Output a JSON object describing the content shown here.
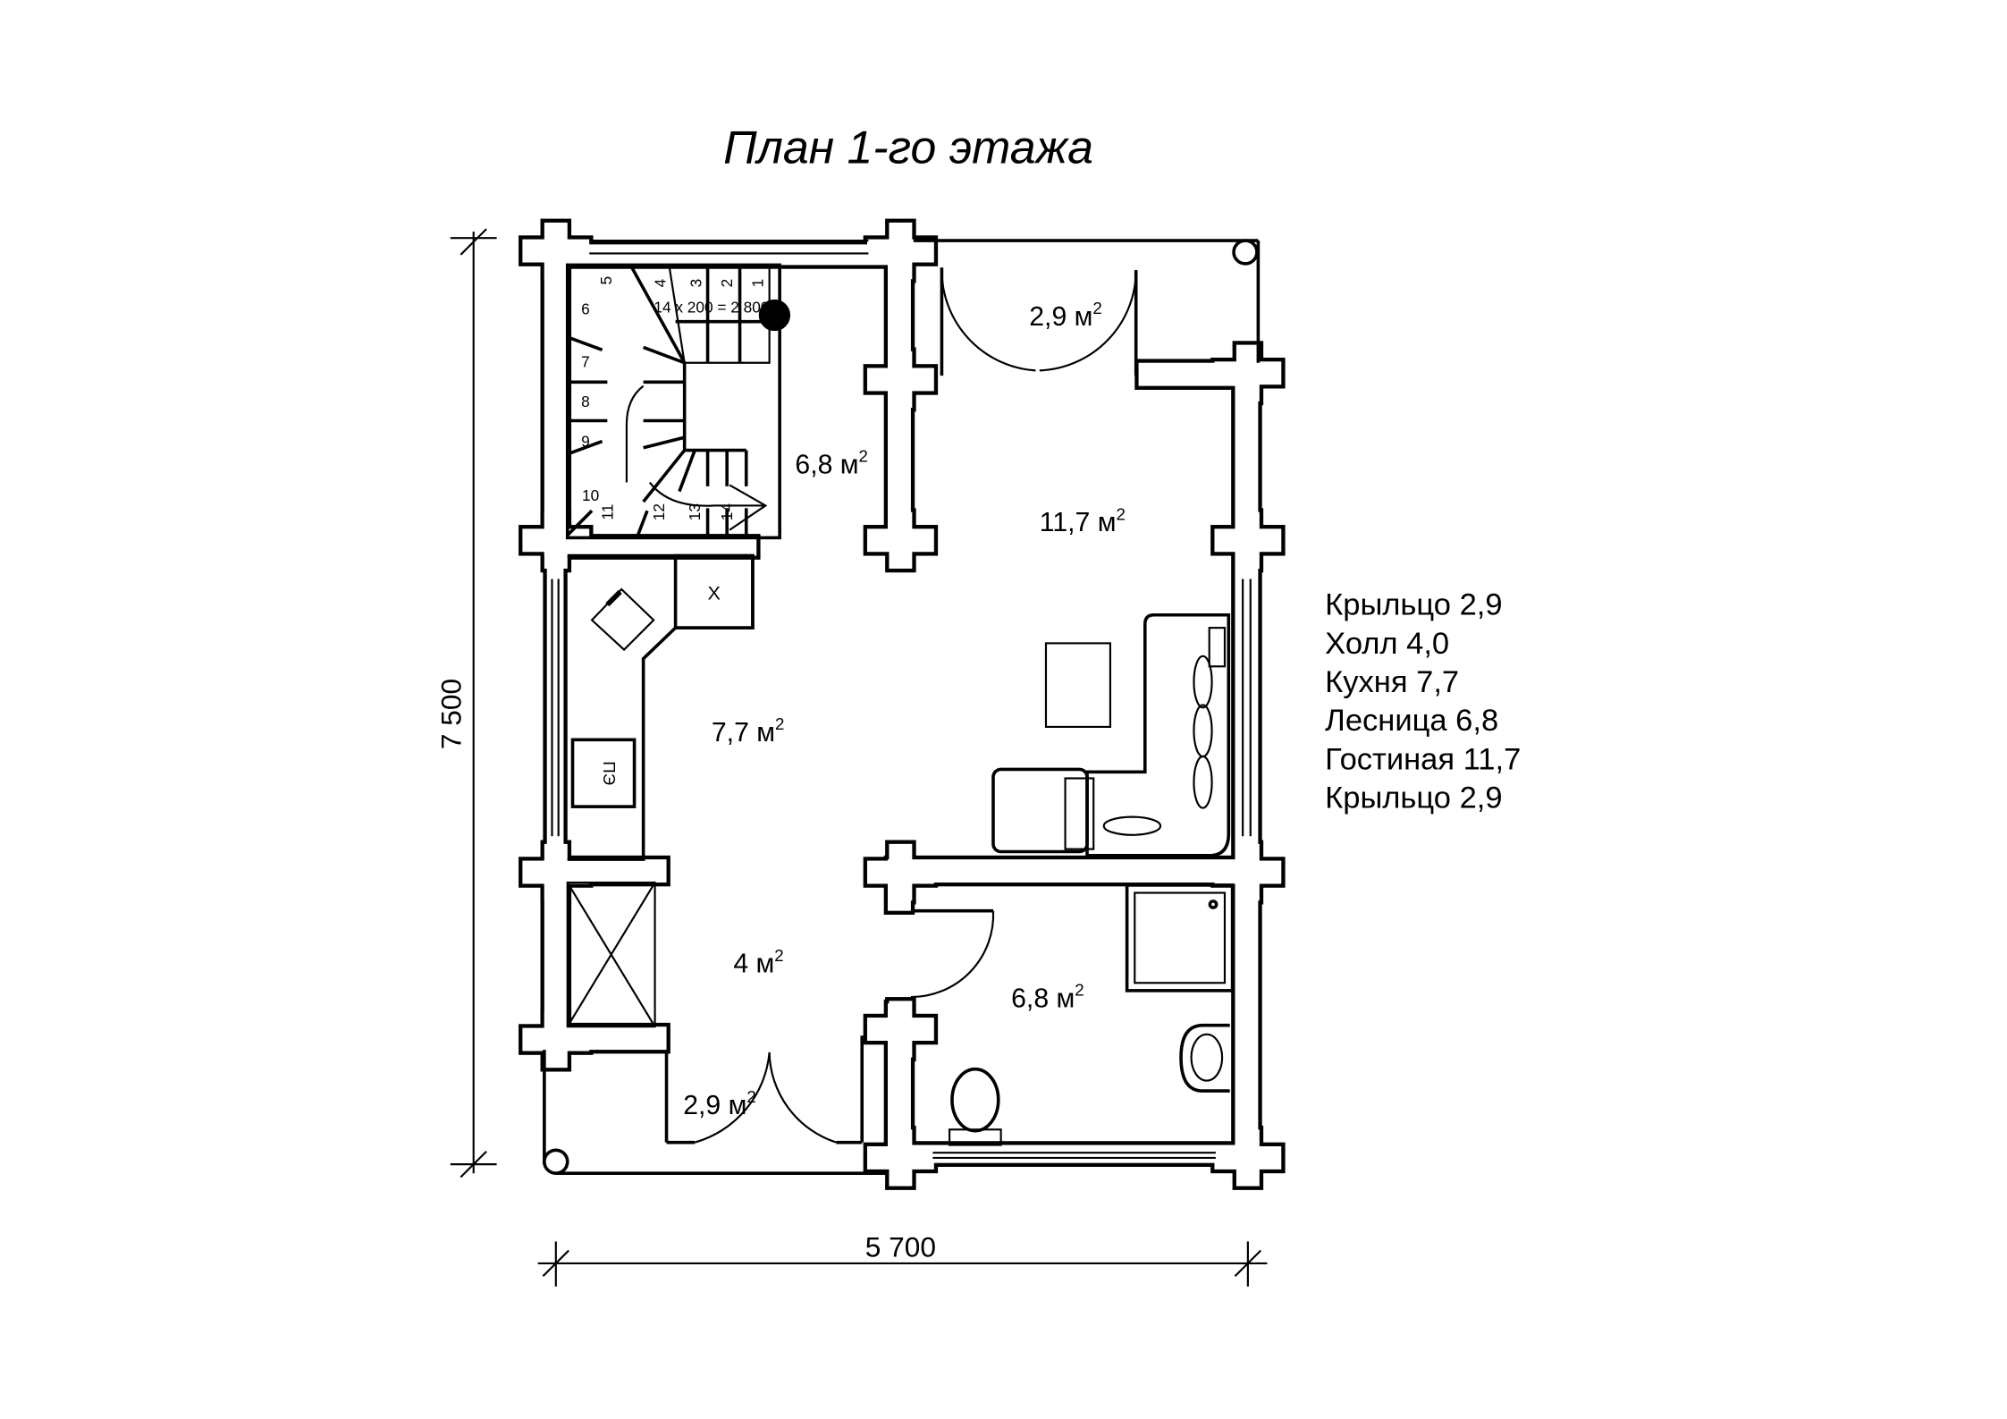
{
  "title": "План 1-го этажа",
  "dimensions": {
    "height": "7 500",
    "width": "5 700"
  },
  "rooms": {
    "porch_top": {
      "area": "2,9 м",
      "sup": "2"
    },
    "stair": {
      "area": "6,8 м",
      "sup": "2"
    },
    "living": {
      "area": "11,7 м",
      "sup": "2"
    },
    "kitchen": {
      "area": "7,7 м",
      "sup": "2"
    },
    "hall": {
      "area": "4 м",
      "sup": "2"
    },
    "bath": {
      "area": "6,8 м",
      "sup": "2"
    },
    "porch_bottom": {
      "area": "2,9 м",
      "sup": "2"
    }
  },
  "stair": {
    "formula": "14 x 200 = 2 800",
    "steps": [
      "1",
      "2",
      "3",
      "4",
      "5",
      "6",
      "7",
      "8",
      "9",
      "10",
      "11",
      "12",
      "13",
      "14"
    ]
  },
  "fixtures": {
    "fridge": "X",
    "stove": "ПЭ"
  },
  "legend": [
    "Крыльцо 2,9",
    "Холл 4,0",
    "Кухня 7,7",
    "Лесница 6,8",
    "Гостиная 11,7",
    "Крыльцо 2,9"
  ]
}
